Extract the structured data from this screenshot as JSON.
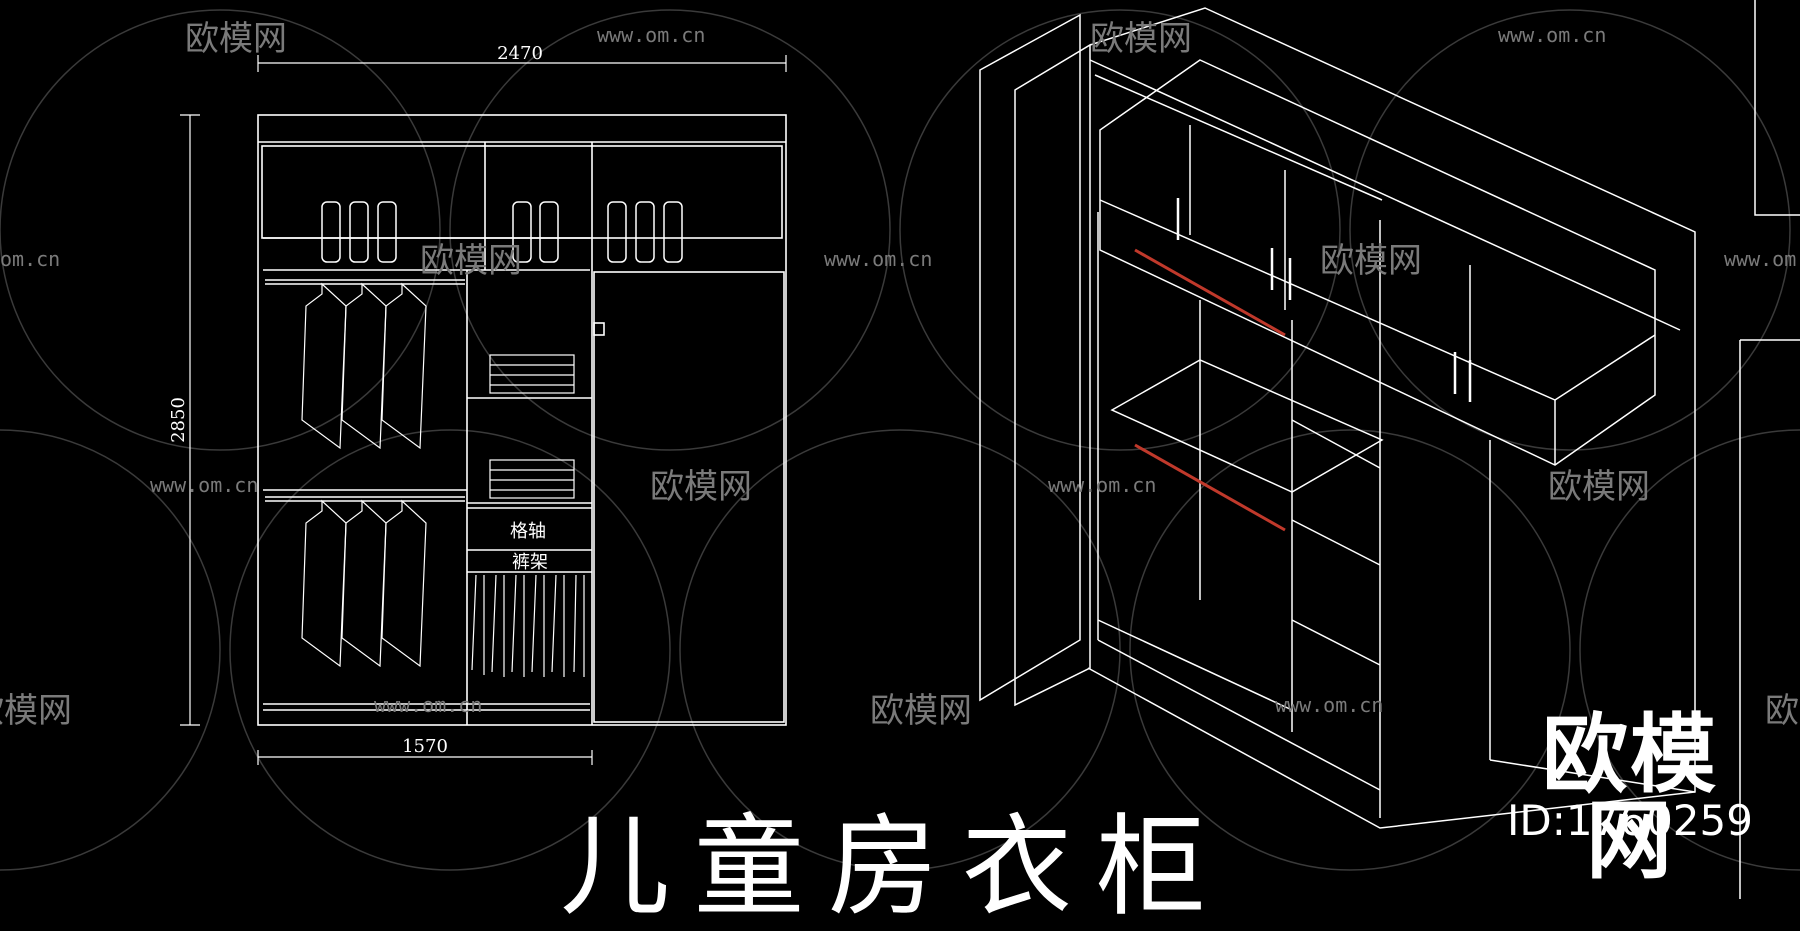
{
  "drawing": {
    "title": "儿童房衣柜",
    "dimensions": {
      "overall_width": "2470",
      "height": "2850",
      "lower_width": "1570"
    },
    "labels": {
      "grid_shelf": "格轴",
      "pants_rack": "裤架"
    }
  },
  "watermark": {
    "brand": "欧模网",
    "url": "www.om.cn",
    "url_cropped": "om.cn",
    "brand_cropped": "欧模网"
  },
  "badge": {
    "brand": "欧模网",
    "id": "ID:1760259"
  },
  "colors": {
    "background": "#000000",
    "line": "#ffffff",
    "watermark": "#8a8a8a",
    "accent": "#c0392b"
  }
}
